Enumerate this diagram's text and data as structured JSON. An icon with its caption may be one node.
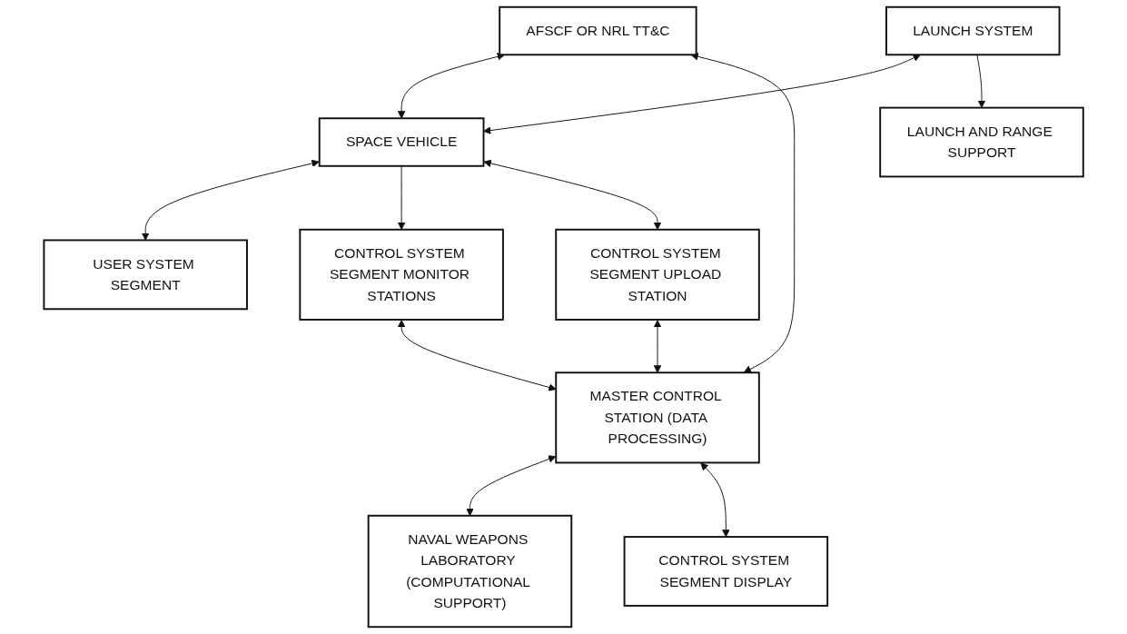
{
  "diagram": {
    "nodes": [
      {
        "text": [
          "AFSCF OR NRL TT&C"
        ]
      },
      {
        "text": [
          "USER SYSTEM SEGMENT"
        ]
      },
      {
        "text": [
          "LAUNCH SYSTEM"
        ]
      },
      {
        "text": [
          "SPACE VEHICLE"
        ]
      },
      {
        "text": [
          "CONTROL SYSTEM SEGMENT MONITOR STATIONS"
        ]
      },
      {
        "text": [
          "NAVAL WEAPONS LABORATORY (COMPUTATIONAL SUPPORT)"
        ]
      },
      {
        "text": [
          "LAUNCH AND RANGE SUPPORT"
        ]
      },
      {
        "text": [
          "CONTROL SYSTEM SEGMENT UPLOAD STATION"
        ]
      },
      {
        "text": [
          "MASTER CONTROL STATION (DATA PROCESSING)"
        ]
      },
      {
        "text": [
          "CONTROL SYSTEM SEGMENT DISPLAY"
        ]
      }
    ],
    "edges": [
      {
        "from": 0,
        "to": 3,
        "arrow": "both"
      },
      {
        "from": 3,
        "to": 1,
        "arrow": "both"
      },
      {
        "from": 2,
        "to": 3,
        "arrow": "both"
      },
      {
        "from": 3,
        "to": 4,
        "arrow": "to"
      },
      {
        "from": 2,
        "to": 6,
        "arrow": "to"
      },
      {
        "from": 3,
        "to": 7,
        "arrow": "both"
      },
      {
        "from": 4,
        "to": 8,
        "arrow": "both"
      },
      {
        "from": 8,
        "to": 5,
        "arrow": "both"
      },
      {
        "from": 7,
        "to": 8,
        "arrow": "both"
      },
      {
        "from": 8,
        "to": 9,
        "arrow": "both"
      },
      {
        "from": 8,
        "to": 0,
        "arrow": "both"
      }
    ]
  }
}
